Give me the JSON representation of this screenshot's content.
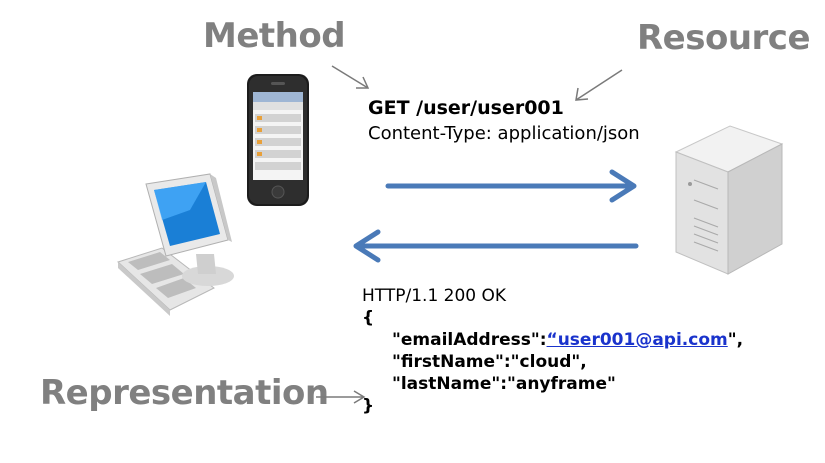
{
  "labels": {
    "method": "Method",
    "resource": "Resource",
    "representation": "Representation"
  },
  "request": {
    "line": "GET /user/user001",
    "header": "Content-Type: application/json"
  },
  "response": {
    "status": "HTTP/1.1 200 OK",
    "open_brace": "{",
    "email_key": "\"emailAddress\":",
    "email_value": "“user001@api.com",
    "email_suffix": "\",",
    "first_name": "\"firstName\":\"cloud\",",
    "last_name": "\"lastName\":\"anyframe\"",
    "close_brace": "}"
  },
  "colors": {
    "arrow": "#4a7ab8",
    "label": "#808080",
    "link": "#1a33cc"
  },
  "icons": [
    "desktop-computer-icon",
    "smartphone-icon",
    "server-icon"
  ]
}
